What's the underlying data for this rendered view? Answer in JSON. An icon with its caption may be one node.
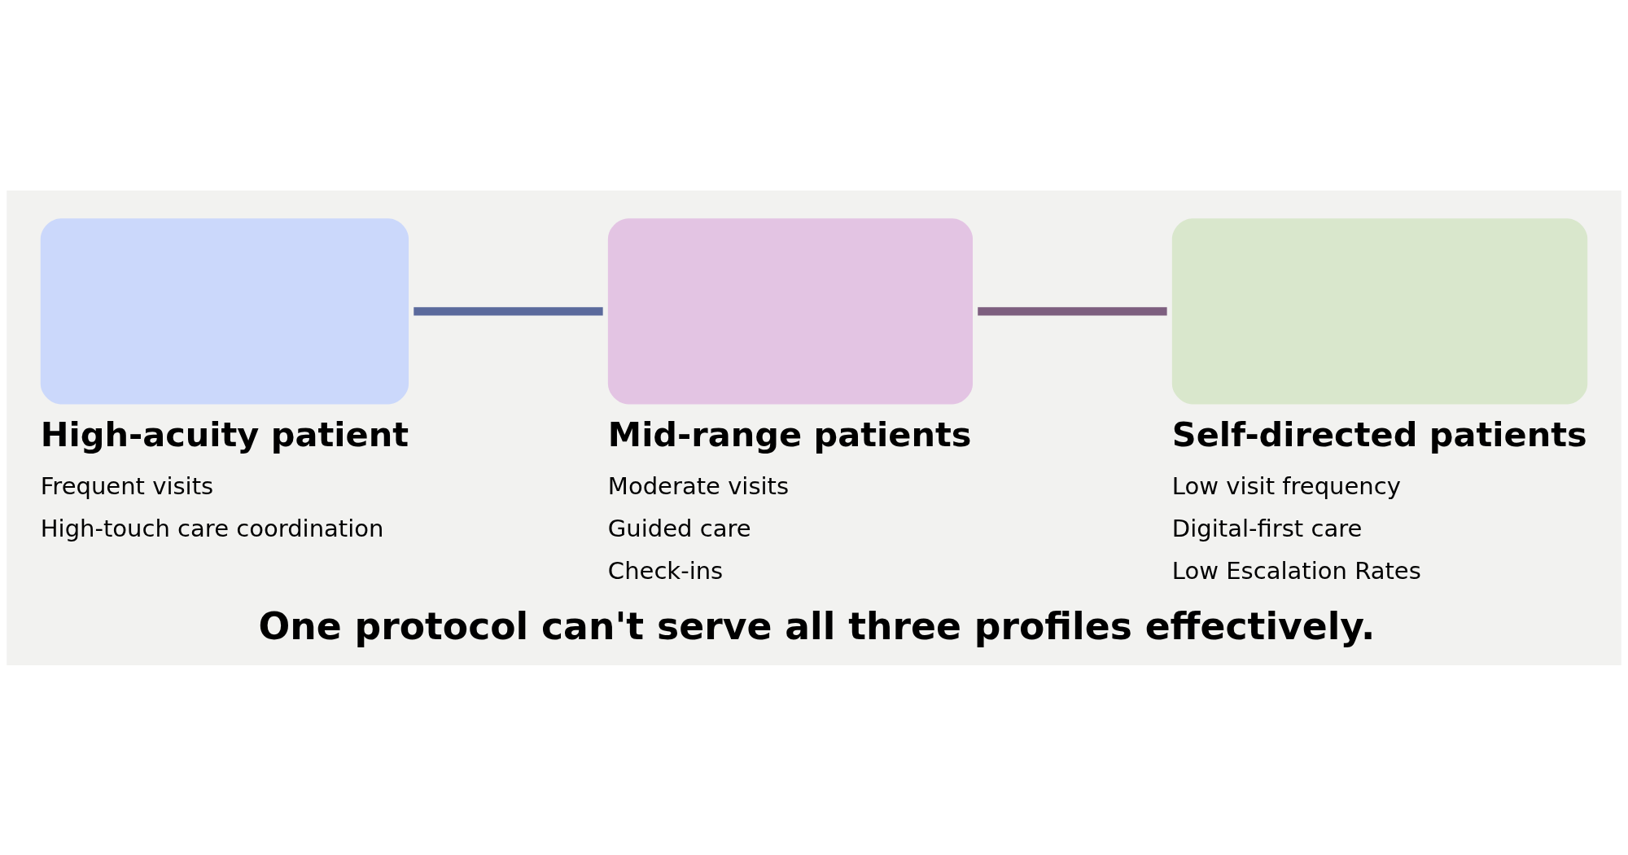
{
  "diagram": {
    "caption": "One protocol can't serve all three profiles effectively.",
    "nodes": [
      {
        "text": [
          "High-acuity patient",
          "Frequent visits",
          "High-touch care coordination"
        ]
      },
      {
        "text": [
          "Mid-range patients",
          "Moderate visits",
          "Guided care",
          "Check-ins"
        ]
      },
      {
        "text": [
          "Self-directed patients",
          "Low visit frequency",
          "Digital-first care",
          "Low Escalation Rates"
        ]
      }
    ],
    "edges": [
      {
        "from": 0,
        "to": 1,
        "arrow": "none",
        "color": "#5b6a9c"
      },
      {
        "from": 1,
        "to": 2,
        "arrow": "none",
        "color": "#7d5f7f"
      }
    ]
  }
}
